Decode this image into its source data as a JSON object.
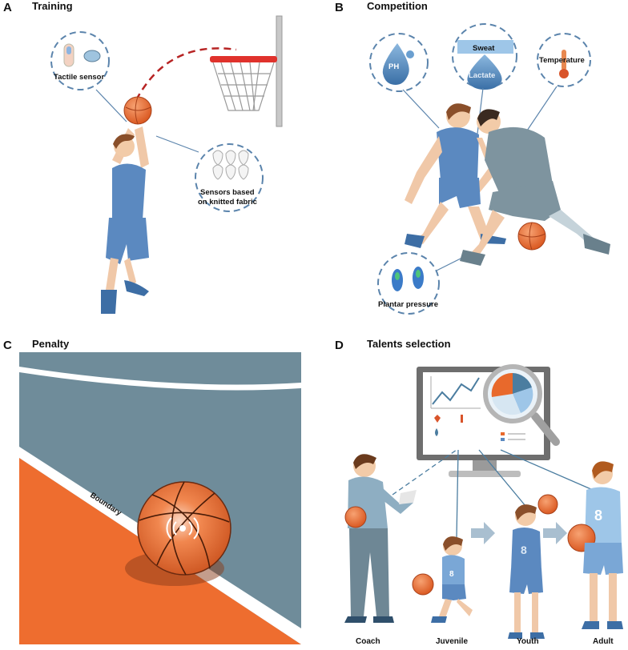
{
  "panels": {
    "a": {
      "letter": "A",
      "title": "Training",
      "callouts": {
        "tactile": "Tactile sensor",
        "knitted_line1": "Sensors based",
        "knitted_line2": "on knitted fabric"
      }
    },
    "b": {
      "letter": "B",
      "title": "Competition",
      "callouts": {
        "ph": "PH",
        "sweat": "Sweat",
        "lactate": "Lactate",
        "temperature": "Temperature",
        "plantar": "Plantar pressure"
      }
    },
    "c": {
      "letter": "C",
      "title": "Penalty",
      "boundary": "Boundary"
    },
    "d": {
      "letter": "D",
      "title": "Talents selection",
      "roles": {
        "coach": "Coach",
        "juvenile": "Juvenile",
        "youth": "Youth",
        "adult": "Adult"
      },
      "jersey_number": "8"
    }
  },
  "colors": {
    "court_blue": "#6f8c9a",
    "court_orange": "#ee6d2f",
    "ball": "#e8692c",
    "jersey_blue": "#5b89c0",
    "callout_ring": "#5b84ac"
  }
}
